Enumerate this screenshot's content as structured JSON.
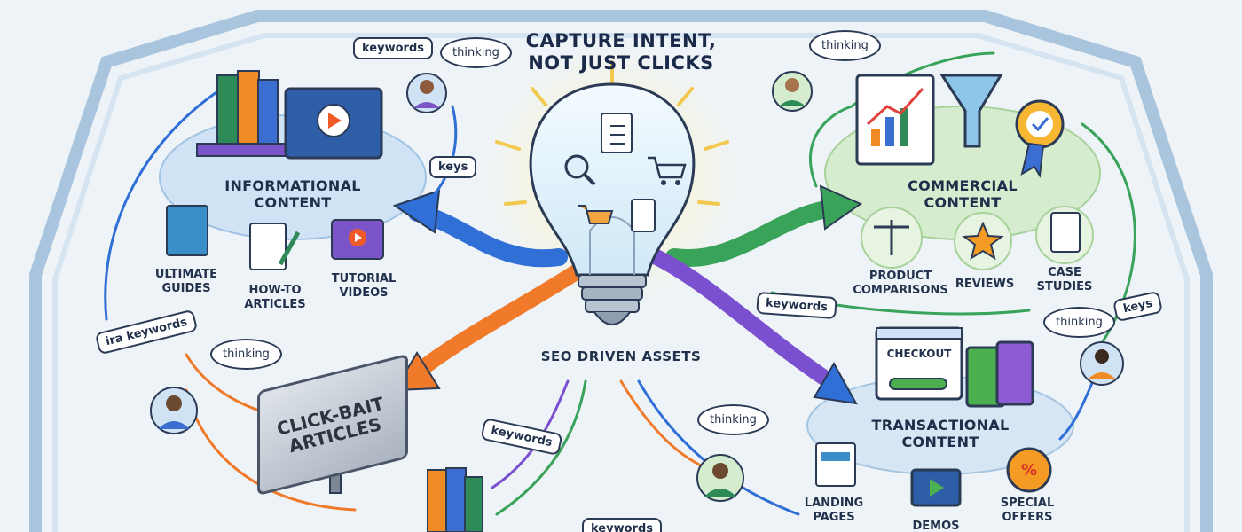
{
  "title": "CAPTURE INTENT,\nNOT JUST CLICKS",
  "center_label": "SEO DRIVEN ASSETS",
  "sections": {
    "informational": {
      "title": "INFORMATIONAL\nCONTENT",
      "items": [
        "ULTIMATE\nGUIDES",
        "HOW-TO\nARTICLES",
        "TUTORIAL\nVIDEOS"
      ]
    },
    "commercial": {
      "title": "COMMERCIAL\nCONTENT",
      "items": [
        "PRODUCT\nCOMPARISONS",
        "REVIEWS",
        "CASE\nSTUDIES"
      ]
    },
    "transactional": {
      "title": "TRANSACTIONAL\nCONTENT",
      "items": [
        "LANDING\nPAGES",
        "DEMOS",
        "SPECIAL\nOFFERS"
      ],
      "checkout_label": "CHECKOUT"
    }
  },
  "clickbait_label": "CLICK-BAIT\nARTICLES",
  "tags": {
    "keywords_top_left": "keywords",
    "keys_left": "keys",
    "ira_keywords": "ira keywords",
    "keywords_center": "keywords",
    "keywords_bottom": "keywords",
    "keywords_right": "keywords",
    "keys_right": "keys"
  },
  "bubbles": {
    "thinking_top_left": "thinking",
    "thinking_left": "thinking",
    "thinking_bottom": "thinking",
    "thinking_top_right": "thinking",
    "thinking_right": "thinking"
  },
  "colors": {
    "informational_region": "#cfe3f4",
    "commercial_region": "#d5eccf",
    "transactional_region": "#d6e6f5",
    "bulb_glow": "#fff3b0",
    "arrow_blue": "#2f6fd6",
    "arrow_green": "#3aa35a",
    "arrow_orange": "#f07a2a",
    "arrow_purple": "#7a4fd0",
    "outline": "#2b3a55"
  },
  "icons": [
    "books-icon",
    "video-player-icon",
    "guide-book-icon",
    "article-pencil-icon",
    "tutorial-video-icon",
    "lightbulb-icon",
    "checklist-icon",
    "magnifier-icon",
    "cart-icon",
    "scroll-icon",
    "chart-icon",
    "funnel-icon",
    "badge-icon",
    "scales-icon",
    "star-icon",
    "certificate-icon",
    "checkout-window-icon",
    "shopping-bags-icon",
    "landing-page-icon",
    "demo-monitor-icon",
    "percent-badge-icon",
    "person-avatar-icon"
  ]
}
